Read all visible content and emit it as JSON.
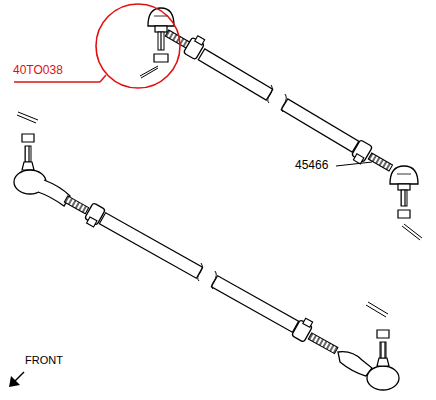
{
  "diagram": {
    "labels": [
      "40TO038",
      "45466",
      "FRONT"
    ]
  }
}
